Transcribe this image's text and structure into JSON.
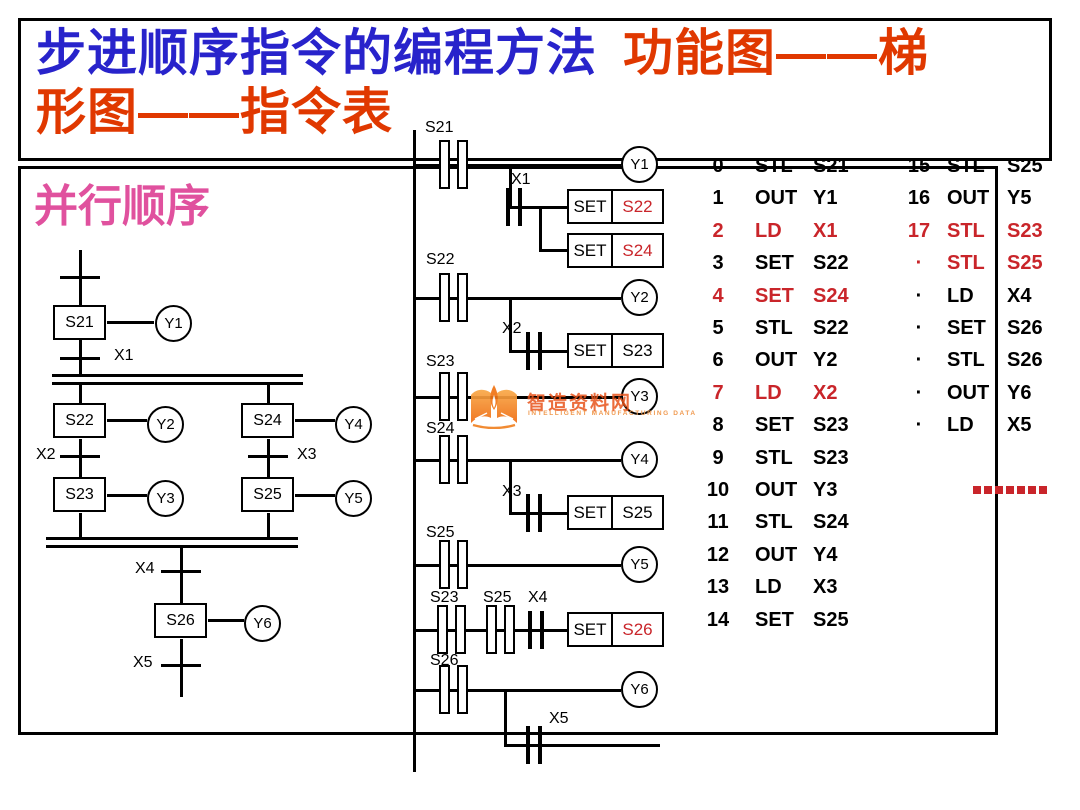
{
  "title": {
    "blue": "步进顺序指令的编程方法",
    "red_line1": "功能图——梯",
    "red_line2": "形图——指令表"
  },
  "subtitle": "并行顺序",
  "colors": {
    "title_blue": "#2823cb",
    "title_red": "#e03800",
    "subtitle_pink": "#e0519e",
    "accent_red": "#c9252a",
    "line_black": "#000000",
    "watermark_orange": "#f08222"
  },
  "sfc": {
    "steps": [
      {
        "id": "S21",
        "output": "Y1"
      },
      {
        "id": "S22",
        "output": "Y2"
      },
      {
        "id": "S23",
        "output": "Y3"
      },
      {
        "id": "S24",
        "output": "Y4"
      },
      {
        "id": "S25",
        "output": "Y5"
      },
      {
        "id": "S26",
        "output": "Y6"
      }
    ],
    "transitions": [
      "X1",
      "X2",
      "X3",
      "X4",
      "X5"
    ]
  },
  "ladder": {
    "set": "SET",
    "rung1": {
      "contact": "S21",
      "coil": "Y1",
      "branch": "X1",
      "set1": "S22",
      "set2": "S24"
    },
    "rung2": {
      "contact": "S22",
      "coil": "Y2",
      "branch": "X2",
      "set1": "S23"
    },
    "rung3": {
      "contact": "S23",
      "coil": "Y3"
    },
    "rung4": {
      "contact": "S24",
      "coil": "Y4",
      "branch": "X3",
      "set1": "S25"
    },
    "rung5": {
      "contact": "S25",
      "coil": "Y5"
    },
    "rung6": {
      "c1": "S23",
      "c2": "S25",
      "c3": "X4",
      "set1": "S26"
    },
    "rung7": {
      "contact": "S26",
      "coil": "Y6",
      "branch": "X5"
    }
  },
  "instruction_table": {
    "left": [
      {
        "step": "0",
        "op": "STL",
        "operand": "S21",
        "red": false
      },
      {
        "step": "1",
        "op": "OUT",
        "operand": "Y1",
        "red": false
      },
      {
        "step": "2",
        "op": "LD",
        "operand": "X1",
        "red": true
      },
      {
        "step": "3",
        "op": "SET",
        "operand": "S22",
        "red": false
      },
      {
        "step": "4",
        "op": "SET",
        "operand": "S24",
        "red": true
      },
      {
        "step": "5",
        "op": "STL",
        "operand": "S22",
        "red": false
      },
      {
        "step": "6",
        "op": "OUT",
        "operand": "Y2",
        "red": false
      },
      {
        "step": "7",
        "op": "LD",
        "operand": "X2",
        "red": true
      },
      {
        "step": "8",
        "op": "SET",
        "operand": "S23",
        "red": false
      },
      {
        "step": "9",
        "op": "STL",
        "operand": "S23",
        "red": false
      },
      {
        "step": "10",
        "op": "OUT",
        "operand": "Y3",
        "red": false
      },
      {
        "step": "11",
        "op": "STL",
        "operand": "S24",
        "red": false
      },
      {
        "step": "12",
        "op": "OUT",
        "operand": "Y4",
        "red": false
      },
      {
        "step": "13",
        "op": "LD",
        "operand": "X3",
        "red": false
      },
      {
        "step": "14",
        "op": "SET",
        "operand": "S25",
        "red": false
      }
    ],
    "right": [
      {
        "step": "15",
        "op": "STL",
        "operand": "S25",
        "red": false
      },
      {
        "step": "16",
        "op": "OUT",
        "operand": "Y5",
        "red": false
      },
      {
        "step": "17",
        "op": "STL",
        "operand": "S23",
        "red": true
      },
      {
        "step": "·",
        "op": "STL",
        "operand": "S25",
        "red": true
      },
      {
        "step": "·",
        "op": "LD",
        "operand": "X4",
        "red": false
      },
      {
        "step": "·",
        "op": "SET",
        "operand": "S26",
        "red": false
      },
      {
        "step": "·",
        "op": "STL",
        "operand": "S26",
        "red": false
      },
      {
        "step": "·",
        "op": "OUT",
        "operand": "Y6",
        "red": false
      },
      {
        "step": "·",
        "op": "LD",
        "operand": "X5",
        "red": false
      }
    ],
    "ellipsis_dots": 7
  },
  "watermark": {
    "name": "智造资料网",
    "tagline": "INTELLIGENT MANUFACTURING DATA"
  }
}
